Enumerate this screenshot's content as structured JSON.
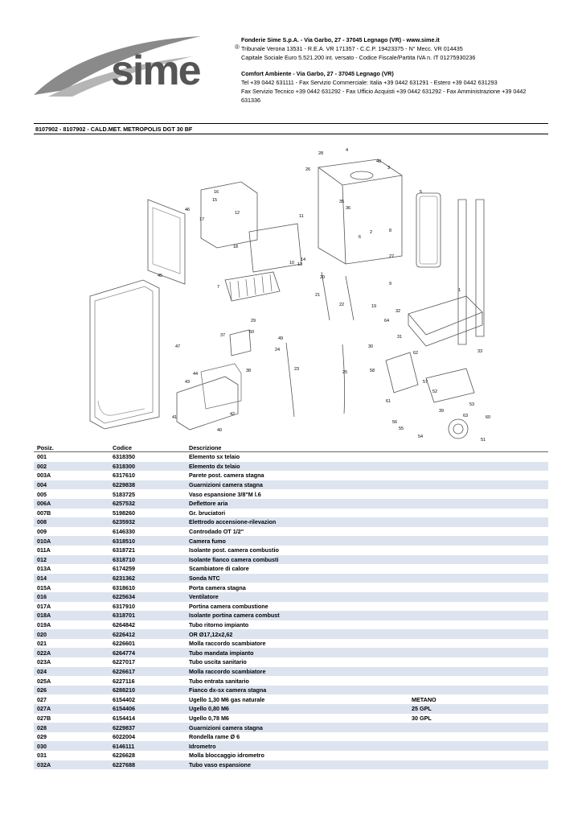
{
  "header": {
    "logo_text": "sime",
    "reg_mark": "®",
    "company1": "Fonderie Sime S.p.A. - Via Garbo, 27 - 37045 Legnago (VR) - www.sime.it",
    "company1_line2": "Tribunale Verona 13531 - R.E.A. VR 171357 - C.C.P. 19423375 - N° Mecc. VR 014435",
    "company1_line3": "Capitale Sociale Euro 5.521.200 int. versato - Codice Fiscale/Partita IVA n. IT 01275930236",
    "company2": "Comfort Ambiente - Via Garbo, 27 - 37045 Legnago (VR)",
    "company2_line2": "Tel +39 0442 631111 - Fax Servizio Commerciale: Italia +39 0442 631291 - Estero +39 0442 631293",
    "company2_line3": "Fax Servizio Tecnico +39 0442 631292 - Fax Ufficio Acquisti +39 0442 631292 - Fax Amministrazione +39 0442",
    "company2_line4": "631336"
  },
  "model_title": "8107902 - 8107902 - CALD.MET. METROPOLIS DGT 30 BF",
  "drawing_labels": [
    "28",
    "4",
    "48",
    "3",
    "26",
    "16",
    "15",
    "12",
    "17",
    "11",
    "46",
    "35",
    "36",
    "6",
    "2",
    "27",
    "5",
    "8",
    "14",
    "13",
    "18",
    "10",
    "45",
    "7",
    "29",
    "9",
    "20",
    "21",
    "22",
    "19",
    "32",
    "64",
    "50",
    "37",
    "49",
    "24",
    "23",
    "31",
    "30",
    "62",
    "25",
    "58",
    "1",
    "33",
    "47",
    "44",
    "43",
    "38",
    "41",
    "42",
    "40",
    "57",
    "52",
    "61",
    "39",
    "53",
    "63",
    "60",
    "56",
    "55",
    "54",
    "51"
  ],
  "table": {
    "headers": [
      "Posiz.",
      "Codice",
      "Descrizione",
      ""
    ],
    "rows": [
      [
        "001",
        "6318350",
        "Elemento sx telaio",
        ""
      ],
      [
        "002",
        "6318300",
        "Elemento dx telaio",
        ""
      ],
      [
        "003A",
        "6317610",
        "Parete post. camera stagna",
        ""
      ],
      [
        "004",
        "6229838",
        "Guarnizioni camera stagna",
        ""
      ],
      [
        "005",
        "5183725",
        "Vaso espansione 3/8\"M l.6",
        ""
      ],
      [
        "006A",
        "6257532",
        "Deflettore aria",
        ""
      ],
      [
        "007B",
        "5198260",
        "Gr. bruciatori",
        ""
      ],
      [
        "008",
        "6235932",
        "Elettrodo accensione-rilevazion",
        ""
      ],
      [
        "009",
        "6146330",
        "Controdado OT 1/2\"",
        ""
      ],
      [
        "010A",
        "6318510",
        "Camera fumo",
        ""
      ],
      [
        "011A",
        "6318721",
        "Isolante post. camera combustio",
        ""
      ],
      [
        "012",
        "6318710",
        "Isolante fianco camera combusti",
        ""
      ],
      [
        "013A",
        "6174259",
        "Scambiatore di calore",
        ""
      ],
      [
        "014",
        "6231362",
        "Sonda NTC",
        ""
      ],
      [
        "015A",
        "6318610",
        "Porta camera stagna",
        ""
      ],
      [
        "016",
        "6225634",
        "Ventilatore",
        ""
      ],
      [
        "017A",
        "6317910",
        "Portina camera combustione",
        ""
      ],
      [
        "018A",
        "6318701",
        "Isolante portina camera combust",
        ""
      ],
      [
        "019A",
        "6264842",
        "Tubo ritorno impianto",
        ""
      ],
      [
        "020",
        "6226412",
        "OR Ø17,12x2,62",
        ""
      ],
      [
        "021",
        "6226601",
        "Molla raccordo scambiatore",
        ""
      ],
      [
        "022A",
        "6264774",
        "Tubo mandata impianto",
        ""
      ],
      [
        "023A",
        "6227017",
        "Tubo uscita sanitario",
        ""
      ],
      [
        "024",
        "6226617",
        "Molla raccordo scambiatore",
        ""
      ],
      [
        "025A",
        "6227116",
        "Tubo entrata sanitario",
        ""
      ],
      [
        "026",
        "6288210",
        "Fianco dx-sx camera stagna",
        ""
      ],
      [
        "027",
        "6154402",
        "Ugello 1,30 M6 gas naturale",
        "METANO"
      ],
      [
        "027A",
        "6154406",
        "Ugello 0,80 M6",
        "25 GPL"
      ],
      [
        "027B",
        "6154414",
        "Ugello 0,78 M6",
        "30 GPL"
      ],
      [
        "028",
        "6229837",
        "Guarnizioni camera stagna",
        ""
      ],
      [
        "029",
        "6022004",
        "Rondella rame Ø 6",
        ""
      ],
      [
        "030",
        "6146111",
        "Idrometro",
        ""
      ],
      [
        "031",
        "6226628",
        "Molla bloccaggio idrometro",
        ""
      ],
      [
        "032A",
        "6227688",
        "Tubo vaso espansione",
        ""
      ]
    ]
  }
}
